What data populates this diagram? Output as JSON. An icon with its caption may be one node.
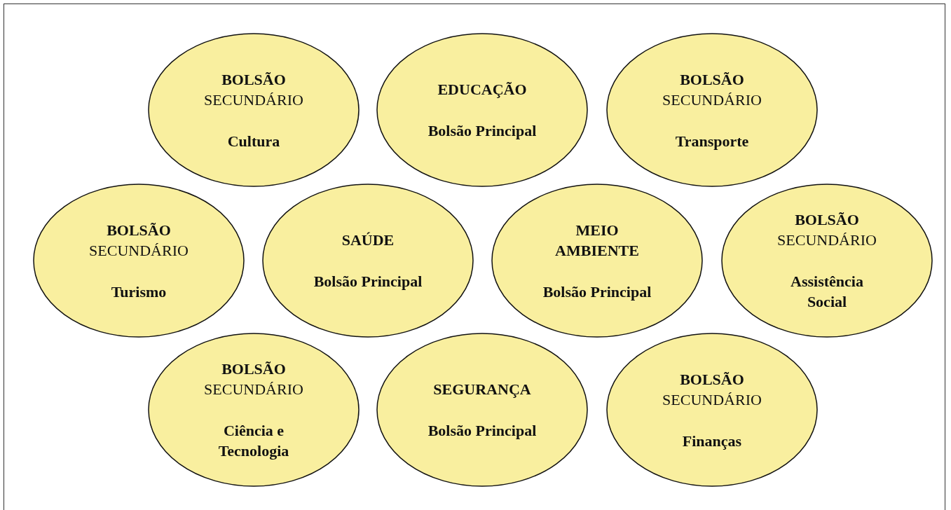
{
  "diagram": {
    "nodes": [
      {
        "text": [
          "BOLSÃO",
          "SECUNDÁRIO",
          "Cultura"
        ]
      },
      {
        "text": [
          "EDUCAÇÃO",
          "Bolsão Principal"
        ]
      },
      {
        "text": [
          "BOLSÃO",
          "SECUNDÁRIO",
          "Transporte"
        ]
      },
      {
        "text": [
          "BOLSÃO",
          "SECUNDÁRIO",
          "Turismo"
        ]
      },
      {
        "text": [
          "SAÚDE",
          "Bolsão Principal"
        ]
      },
      {
        "text": [
          "MEIO AMBIENTE",
          "Bolsão Principal"
        ]
      },
      {
        "text": [
          "BOLSÃO",
          "SECUNDÁRIO",
          "Assistência Social"
        ]
      },
      {
        "text": [
          "BOLSÃO",
          "SECUNDÁRIO",
          "Ciência e Tecnologia"
        ]
      },
      {
        "text": [
          "SEGURANÇA",
          "Bolsão Principal"
        ]
      },
      {
        "text": [
          "BOLSÃO",
          "SECUNDÁRIO",
          "Finanças"
        ]
      }
    ]
  }
}
